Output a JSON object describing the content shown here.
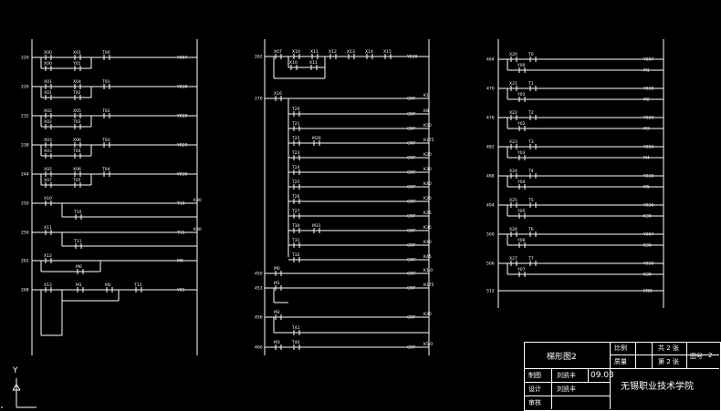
{
  "diagram": {
    "left_ladder": {
      "rungs": [
        {
          "step": "220",
          "row1": [
            "X00",
            "X01",
            "T00"
          ],
          "row2": [
            "X00",
            "Y01"
          ],
          "coil": "Y007"
        },
        {
          "step": "226",
          "row1": [
            "X01",
            "X04",
            "T01"
          ],
          "row2": [
            "X01",
            "T02"
          ],
          "coil": "Y030"
        },
        {
          "step": "232",
          "row1": [
            "X02",
            "X05",
            "T02"
          ],
          "row2": [
            "X02",
            "T03"
          ],
          "coil": "Y020"
        },
        {
          "step": "238",
          "row1": [
            "X03",
            "X06",
            "T03"
          ],
          "row2": [
            "X03",
            "T04"
          ],
          "coil": "Y020"
        },
        {
          "step": "244",
          "row1": [
            "X02",
            "X06",
            "T04"
          ],
          "row2": [
            "X07",
            "T05"
          ],
          "coil": "Y030"
        }
      ],
      "lower": [
        {
          "step": "250",
          "contacts": [
            "X10",
            "T10"
          ],
          "coil": "T10",
          "set": "K30"
        },
        {
          "step": "256",
          "contacts": [
            "X11",
            "T11"
          ],
          "coil": "T11",
          "set": "K30"
        },
        {
          "step": "262",
          "contacts": [
            "X12",
            "M0"
          ],
          "coil": "M0"
        },
        {
          "step": "268",
          "contacts": [
            "X13",
            "M1",
            "M2",
            "T12"
          ],
          "coil": "Y01"
        }
      ]
    },
    "middle_ladder": {
      "top": {
        "step": "262",
        "contacts": [
          "X07",
          "X10",
          "X11",
          "X12",
          "X13",
          "X14",
          "X15"
        ],
        "coil": "Y030"
      },
      "branch_step": "270",
      "branch_rows": [
        {
          "contacts": [
            "T20"
          ],
          "coil": "CNT",
          "set": "K8"
        },
        {
          "contacts": [
            "T21"
          ],
          "coil": "CNT",
          "set": "K50"
        },
        {
          "contacts": [
            "T22",
            "M30"
          ],
          "coil": "CNT",
          "set": "K175"
        },
        {
          "contacts": [
            "T23"
          ],
          "coil": "CNT",
          "set": "K20"
        },
        {
          "contacts": [
            "T24"
          ],
          "coil": "CNT",
          "set": "K30"
        },
        {
          "contacts": [
            "T25"
          ],
          "coil": "CNT",
          "set": "K40"
        },
        {
          "contacts": [
            "T26"
          ],
          "coil": "CNT",
          "set": "K20"
        },
        {
          "contacts": [
            "T27"
          ],
          "coil": "CNT",
          "set": "K25"
        },
        {
          "contacts": [
            "T30",
            "M31"
          ],
          "coil": "CNT",
          "set": "K35"
        },
        {
          "contacts": [
            "T31"
          ],
          "coil": "CNT",
          "set": "K40"
        },
        {
          "contacts": [
            "T32"
          ],
          "coil": "CNT",
          "set": "K45"
        }
      ],
      "bottom": [
        {
          "step": "450",
          "contacts": [
            "M0"
          ],
          "coil": "CNT",
          "set": "K1.0"
        },
        {
          "step": "453",
          "contacts": [
            "M1"
          ],
          "coil": "CNT",
          "set": "K175"
        },
        {
          "step": "456",
          "contacts": [
            "M2"
          ],
          "coil": "CNT",
          "set": "K20"
        },
        {
          "step": "460",
          "contacts": [
            "M3",
            "T40"
          ],
          "coil": "CNT",
          "set": "K5.0"
        }
      ]
    },
    "right_ladder": {
      "rungs": [
        {
          "step": "464",
          "contacts": [
            "X20",
            "T0"
          ],
          "coil": "Y007",
          "extra": "M1"
        },
        {
          "step": "470",
          "contacts": [
            "X21",
            "T1"
          ],
          "coil": "Y030",
          "extra": "M2"
        },
        {
          "step": "476",
          "contacts": [
            "X22",
            "T2"
          ],
          "coil": "Y020",
          "extra": "M3"
        },
        {
          "step": "482",
          "contacts": [
            "X23",
            "T3"
          ],
          "coil": "Y020",
          "extra": "M4"
        },
        {
          "step": "488",
          "contacts": [
            "X24",
            "T4"
          ],
          "coil": "Y030",
          "extra": "M5"
        },
        {
          "step": "494",
          "contacts": [
            "X25",
            "T5"
          ],
          "coil": "Y030",
          "extra": "K30"
        },
        {
          "step": "500",
          "contacts": [
            "X26",
            "T6"
          ],
          "coil": "Y007",
          "extra": "K30"
        },
        {
          "step": "506",
          "contacts": [
            "X27",
            "T7"
          ],
          "coil": "Y030",
          "extra": "K30"
        }
      ],
      "end": {
        "step": "512",
        "coil": "END"
      }
    }
  },
  "title_block": {
    "drawing_title": "梯形图2",
    "ratio_label": "比例",
    "material_label": "质量",
    "total_sheets": "共 2 张",
    "sheet_no": "第 2 张",
    "drawing_no_label": "图号",
    "drawing_no": "2",
    "drawn_label": "制图",
    "drawn_by": "刘凯丰",
    "date": "09.03",
    "design_label": "设计",
    "design_by": "刘凯丰",
    "review_label": "审核",
    "school": "无锡职业技术学院"
  },
  "axis_icon": {
    "y_label": "Y"
  },
  "colors": {
    "background": "#000000",
    "line": "#ffffff",
    "text": "#ffffff"
  }
}
